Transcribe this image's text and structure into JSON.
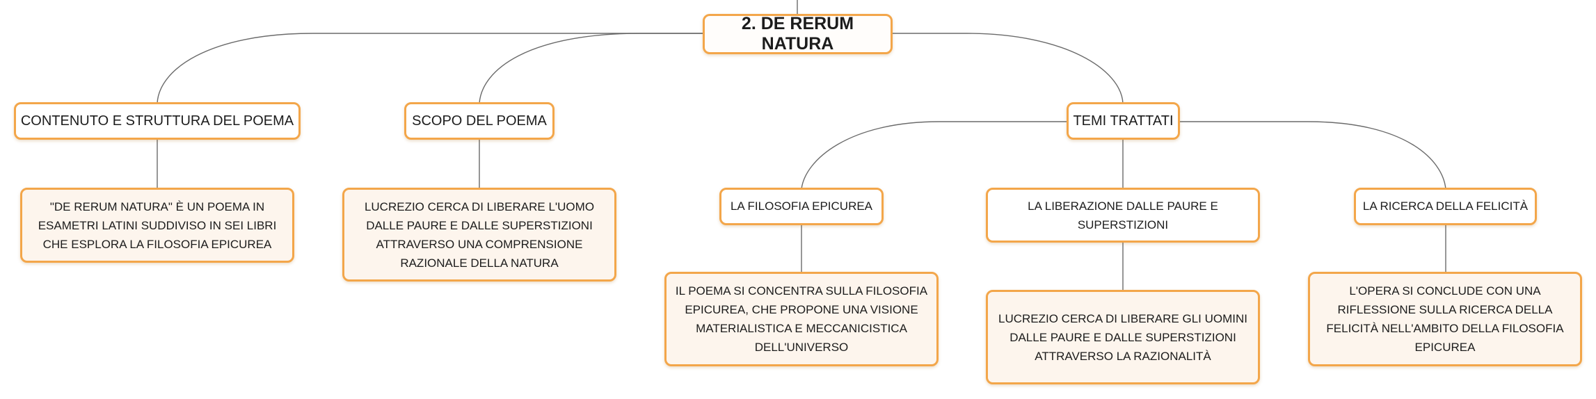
{
  "root": {
    "label": "2. DE RERUM NATURA"
  },
  "branches": {
    "contenuto": {
      "label": "CONTENUTO E STRUTTURA DEL POEMA",
      "detail": "\"DE RERUM NATURA\" È UN POEMA IN ESAMETRI LATINI SUDDIVISO IN SEI LIBRI CHE ESPLORA LA FILOSOFIA EPICUREA"
    },
    "scopo": {
      "label": "SCOPO DEL POEMA",
      "detail": "LUCREZIO CERCA DI LIBERARE L'UOMO DALLE PAURE E DALLE SUPERSTIZIONI ATTRAVERSO UNA COMPRENSIONE RAZIONALE DELLA NATURA"
    },
    "temi": {
      "label": "TEMI TRATTATI",
      "subtopics": {
        "filosofia": {
          "label": "LA FILOSOFIA EPICUREA",
          "detail": "IL POEMA SI CONCENTRA SULLA FILOSOFIA EPICUREA, CHE PROPONE UNA VISIONE MATERIALISTICA E MECCANICISTICA DELL'UNIVERSO"
        },
        "liberazione": {
          "label": "LA LIBERAZIONE DALLE PAURE E SUPERSTIZIONI",
          "detail": "LUCREZIO CERCA DI LIBERARE GLI UOMINI DALLE PAURE E DALLE SUPERSTIZIONI ATTRAVERSO LA RAZIONALITÀ"
        },
        "felicita": {
          "label": "LA RICERCA DELLA FELICITÀ",
          "detail": "L'OPERA SI CONCLUDE CON UNA RIFLESSIONE SULLA RICERCA DELLA FELICITÀ NELL'AMBITO DELLA FILOSOFIA EPICUREA"
        }
      }
    }
  },
  "colors": {
    "node_border": "#f3a64a",
    "detail_fill": "#fdf5ed",
    "connector": "#6a6a6a"
  }
}
